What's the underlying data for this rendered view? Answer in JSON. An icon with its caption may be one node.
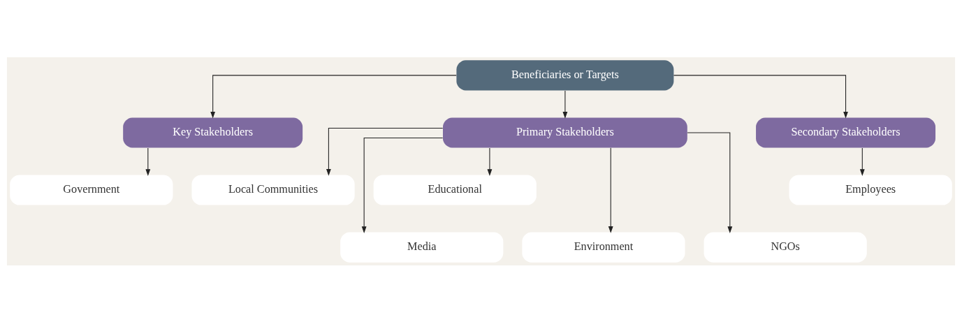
{
  "diagram": {
    "nodes": [
      {
        "text": [
          "Beneficiaries or Targets"
        ]
      },
      {
        "text": [
          "Key Stakeholders"
        ]
      },
      {
        "text": [
          "Primary Stakeholders"
        ]
      },
      {
        "text": [
          "Secondary Stakeholders"
        ]
      },
      {
        "text": [
          "Government"
        ]
      },
      {
        "text": [
          "Local Communities"
        ]
      },
      {
        "text": [
          "Educational"
        ]
      },
      {
        "text": [
          "Employees"
        ]
      },
      {
        "text": [
          "Media"
        ]
      },
      {
        "text": [
          "Environment"
        ]
      },
      {
        "text": [
          "NGOs"
        ]
      }
    ],
    "edges": [
      {
        "from": 0,
        "to": 1,
        "arrow": "to"
      },
      {
        "from": 0,
        "to": 2,
        "arrow": "to"
      },
      {
        "from": 0,
        "to": 3,
        "arrow": "to"
      },
      {
        "from": 1,
        "to": 4,
        "arrow": "to"
      },
      {
        "from": 2,
        "to": 5,
        "arrow": "to"
      },
      {
        "from": 2,
        "to": 6,
        "arrow": "to"
      },
      {
        "from": 2,
        "to": 8,
        "arrow": "to"
      },
      {
        "from": 2,
        "to": 9,
        "arrow": "to"
      },
      {
        "from": 2,
        "to": 10,
        "arrow": "to"
      },
      {
        "from": 3,
        "to": 7,
        "arrow": "to"
      }
    ]
  }
}
